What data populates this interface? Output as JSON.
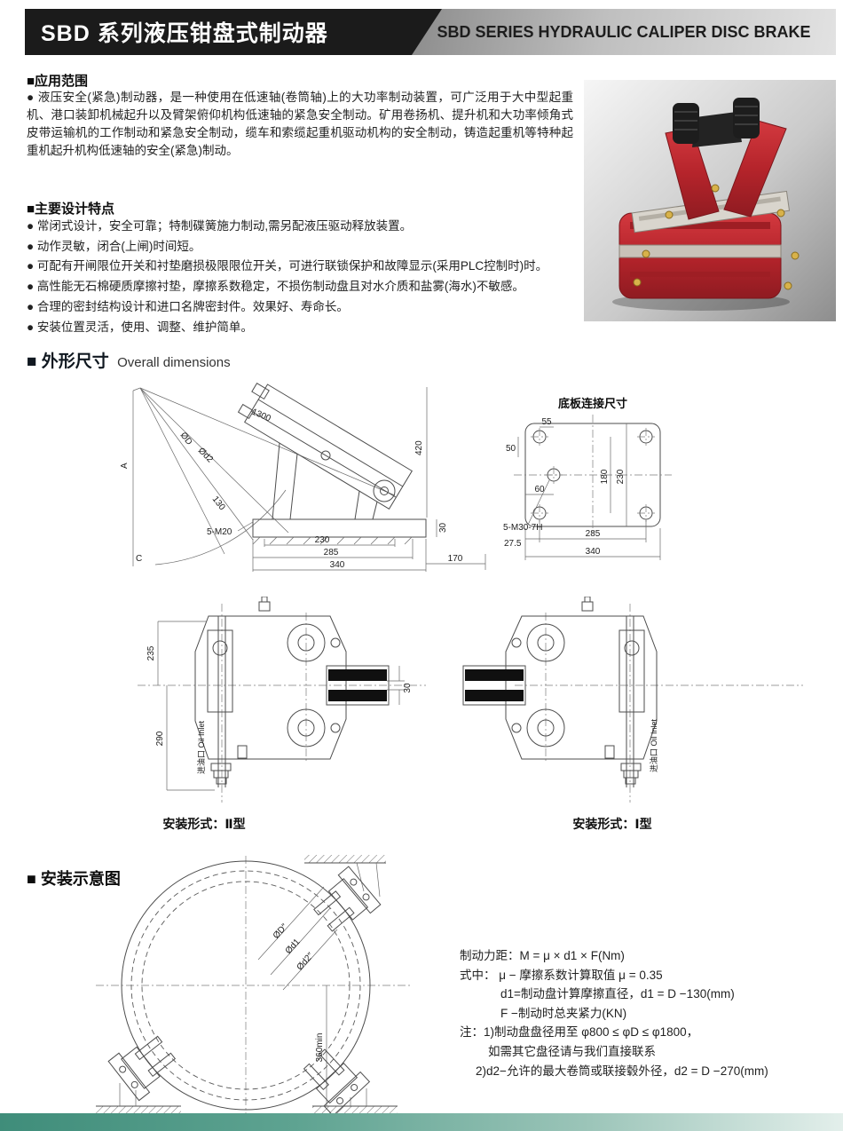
{
  "header": {
    "title_cn": "SBD 系列液压钳盘式制动器",
    "title_en": "SBD SERIES HYDRAULIC CALIPER DISC BRAKE"
  },
  "application": {
    "heading": "■应用范围",
    "body": "● 液压安全(紧急)制动器，是一种使用在低速轴(卷筒轴)上的大功率制动装置，可广泛用于大中型起重机、港口装卸机械起升以及臂架俯仰机构低速轴的紧急安全制动。矿用卷扬机、提升机和大功率倾角式皮带运输机的工作制动和紧急安全制动，缆车和索缆起重机驱动机构的安全制动，铸造起重机等特种起重机起升机构低速轴的安全(紧急)制动。"
  },
  "features": {
    "heading": "■主要设计特点",
    "items": [
      "● 常闭式设计，安全可靠；特制碟簧施力制动,需另配液压驱动释放装置。",
      "● 动作灵敏，闭合(上闸)时间短。",
      "● 可配有开闸限位开关和衬垫磨损极限限位开关，可进行联锁保护和故障显示(采用PLC控制时)时。",
      "● 高性能无石棉硬质摩擦衬垫，摩擦系数稳定，不损伤制动盘且对水介质和盐雾(海水)不敏感。",
      "● 合理的密封结构设计和进口名牌密封件。效果好、寿命长。",
      "● 安装位置灵活，使用、调整、维护简单。"
    ]
  },
  "dimensions": {
    "marker": "■",
    "heading_cn": "外形尺寸",
    "heading_en": "Overall dimensions",
    "overall": {
      "a": "A",
      "dia_d": "ØD",
      "dia_d2": "Ød2",
      "len1300": "1300",
      "h420": "420",
      "d130": "130",
      "bolts": "5-M20",
      "w230": "230",
      "w285": "285",
      "w340": "340",
      "w170": "170",
      "h30": "30",
      "c": "C"
    },
    "base_plate": {
      "title": "底板连接尺寸",
      "d55": "55",
      "d50": "50",
      "d60": "60",
      "v230": "230",
      "v180": "180",
      "bolts": "5-M30-7H",
      "d27_5": "27.5",
      "d285": "285",
      "d340": "340"
    },
    "mount_ii": {
      "caption": "安装形式：Ⅱ型",
      "h235": "235",
      "h290": "290",
      "g30": "30",
      "oil": "进油口 Oil Inlet"
    },
    "mount_i": {
      "caption": "安装形式：Ⅰ型",
      "oil": "进油口 Oil Inlet"
    }
  },
  "installation": {
    "heading": "■ 安装示意图",
    "dia_D": "ØD″",
    "dia_d1": "Ød1",
    "dia_d2": "Ød2″",
    "min360": "360min",
    "formulas": [
      "制动力距：M = μ × d1 × F(Nm)",
      "式中： μ − 摩擦系数计算取值 μ = 0.35",
      "d1=制动盘计算摩擦直径，d1 = D −130(mm)",
      "F −制动时总夹紧力(KN)",
      "注：1)制动盘盘径用至 φ800 ≤ φD ≤ φ1800，",
      "如需其它盘径请与我们直接联系",
      "2)d2−允许的最大卷筒或联接毂外径，d2 = D −270(mm)"
    ]
  }
}
